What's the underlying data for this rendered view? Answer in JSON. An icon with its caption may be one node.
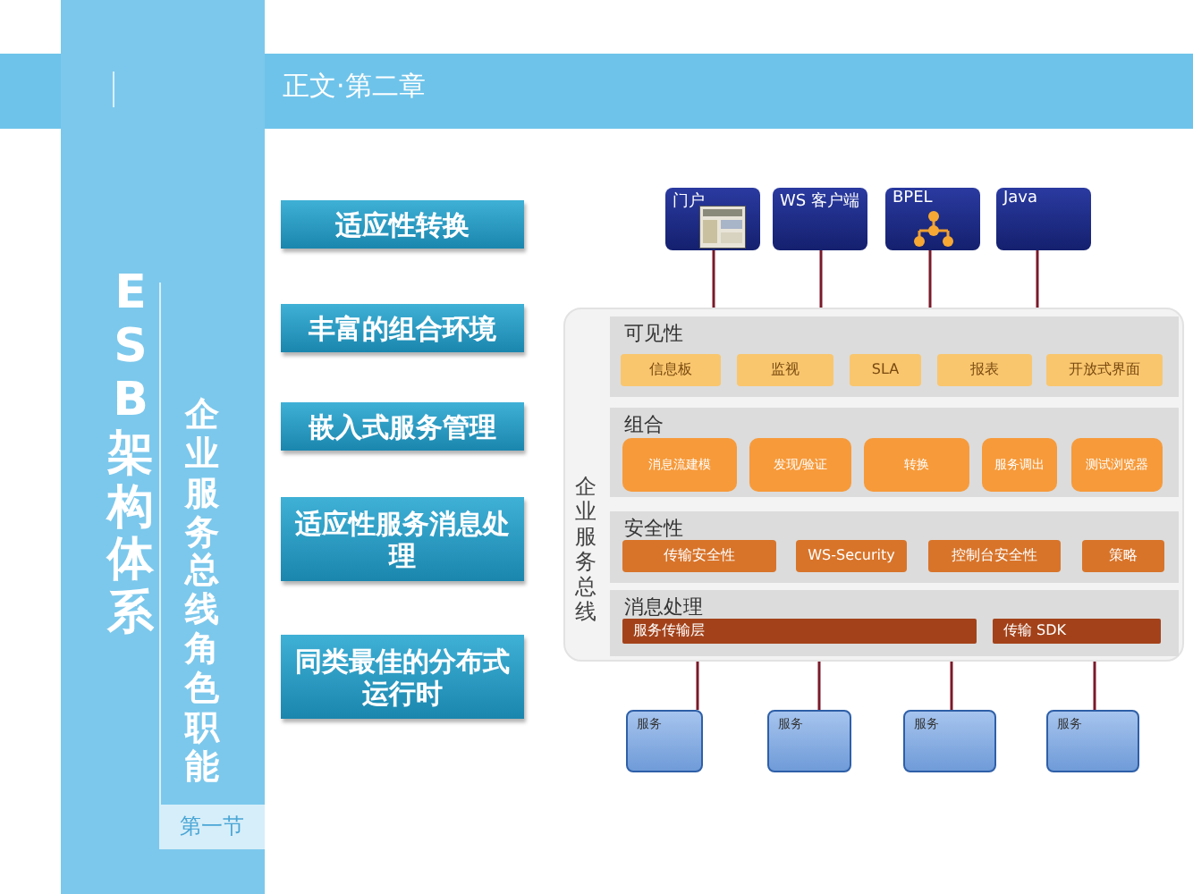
{
  "diagram": {
    "nodes": [
      {
        "text": [
          "正文·第二章"
        ]
      },
      {
        "text": [
          "适应性转换"
        ]
      },
      {
        "text": [
          "丰富的组合环境"
        ]
      },
      {
        "text": [
          "嵌入式服务管理"
        ]
      },
      {
        "text": [
          "适应性服务消息处理"
        ]
      },
      {
        "text": [
          "同类最佳的分布式运行时"
        ]
      },
      {
        "text": [
          "门户"
        ]
      },
      {
        "text": [
          "WS 客户端"
        ]
      },
      {
        "text": [
          "BPEL"
        ]
      },
      {
        "text": [
          "Java"
        ]
      },
      {
        "text": [
          "企业服务总线"
        ]
      },
      {
        "text": [
          "可见性"
        ],
        "in": 10
      },
      {
        "text": [
          "信息板"
        ],
        "in": 11
      },
      {
        "text": [
          "监视"
        ],
        "in": 11
      },
      {
        "text": [
          "SLA"
        ],
        "in": 11
      },
      {
        "text": [
          "报表"
        ],
        "in": 11
      },
      {
        "text": [
          "开放式界面"
        ],
        "in": 11
      },
      {
        "text": [
          "组合"
        ],
        "in": 10
      },
      {
        "text": [
          "消息流建模"
        ],
        "in": 17
      },
      {
        "text": [
          "发现/验证"
        ],
        "in": 17
      },
      {
        "text": [
          "转换"
        ],
        "in": 17
      },
      {
        "text": [
          "服务调出"
        ],
        "in": 17
      },
      {
        "text": [
          "测试浏览器"
        ],
        "in": 17
      },
      {
        "text": [
          "安全性"
        ],
        "in": 10
      },
      {
        "text": [
          "传输安全性"
        ],
        "in": 23
      },
      {
        "text": [
          "WS-Security"
        ],
        "in": 23
      },
      {
        "text": [
          "控制台安全性"
        ],
        "in": 23
      },
      {
        "text": [
          "策略"
        ],
        "in": 23
      },
      {
        "text": [
          "消息处理"
        ],
        "in": 10
      },
      {
        "text": [
          "服务传输层"
        ],
        "in": 28
      },
      {
        "text": [
          "传输 SDK"
        ],
        "in": 28
      },
      {
        "text": [
          "服务"
        ]
      },
      {
        "text": [
          "服务"
        ]
      },
      {
        "text": [
          "服务"
        ]
      },
      {
        "text": [
          "服务"
        ]
      },
      {
        "text": [
          "第一节"
        ]
      }
    ],
    "edges": [
      {
        "from": 6,
        "to": 10,
        "arrow": "none"
      },
      {
        "from": 7,
        "to": 10,
        "arrow": "none"
      },
      {
        "from": 8,
        "to": 10,
        "arrow": "none"
      },
      {
        "from": 9,
        "to": 10,
        "arrow": "none"
      },
      {
        "from": 10,
        "to": 31,
        "arrow": "none"
      },
      {
        "from": 10,
        "to": 32,
        "arrow": "none"
      },
      {
        "from": 10,
        "to": 33,
        "arrow": "none"
      },
      {
        "from": 10,
        "to": 34,
        "arrow": "none"
      }
    ],
    "labels": [
      "ESB架构体系",
      "企业服务总线角色职能"
    ]
  }
}
